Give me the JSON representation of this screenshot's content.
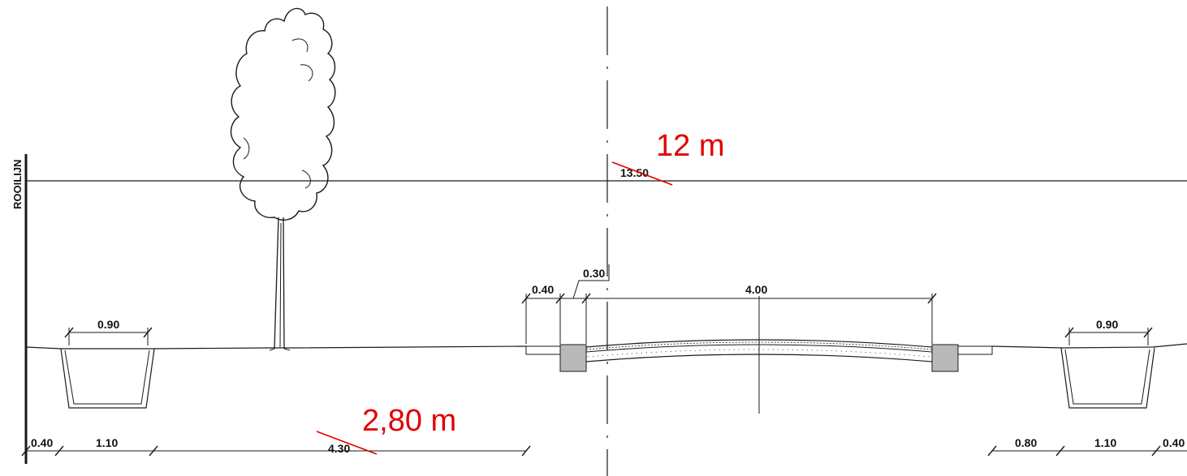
{
  "labels": {
    "rooilijn": "ROOILIJN",
    "total_width_old": "13.50",
    "total_width_new": "12 m",
    "left_width_old": "4.30",
    "left_width_new": "2,80 m",
    "ditch_left_width": "0.90",
    "ditch_right_width": "0.90",
    "path_width": "4.00",
    "verge_width": "0.40",
    "kerb_width": "0.30",
    "bottom_left_1": "0.40",
    "bottom_left_2": "1.10",
    "bottom_right_1": "0.80",
    "bottom_right_2": "1.10",
    "bottom_right_3": "0.40"
  },
  "colors": {
    "ink": "#1a1a1a",
    "annotation": "#e00000",
    "kerb_fill": "#b9b9b9"
  }
}
